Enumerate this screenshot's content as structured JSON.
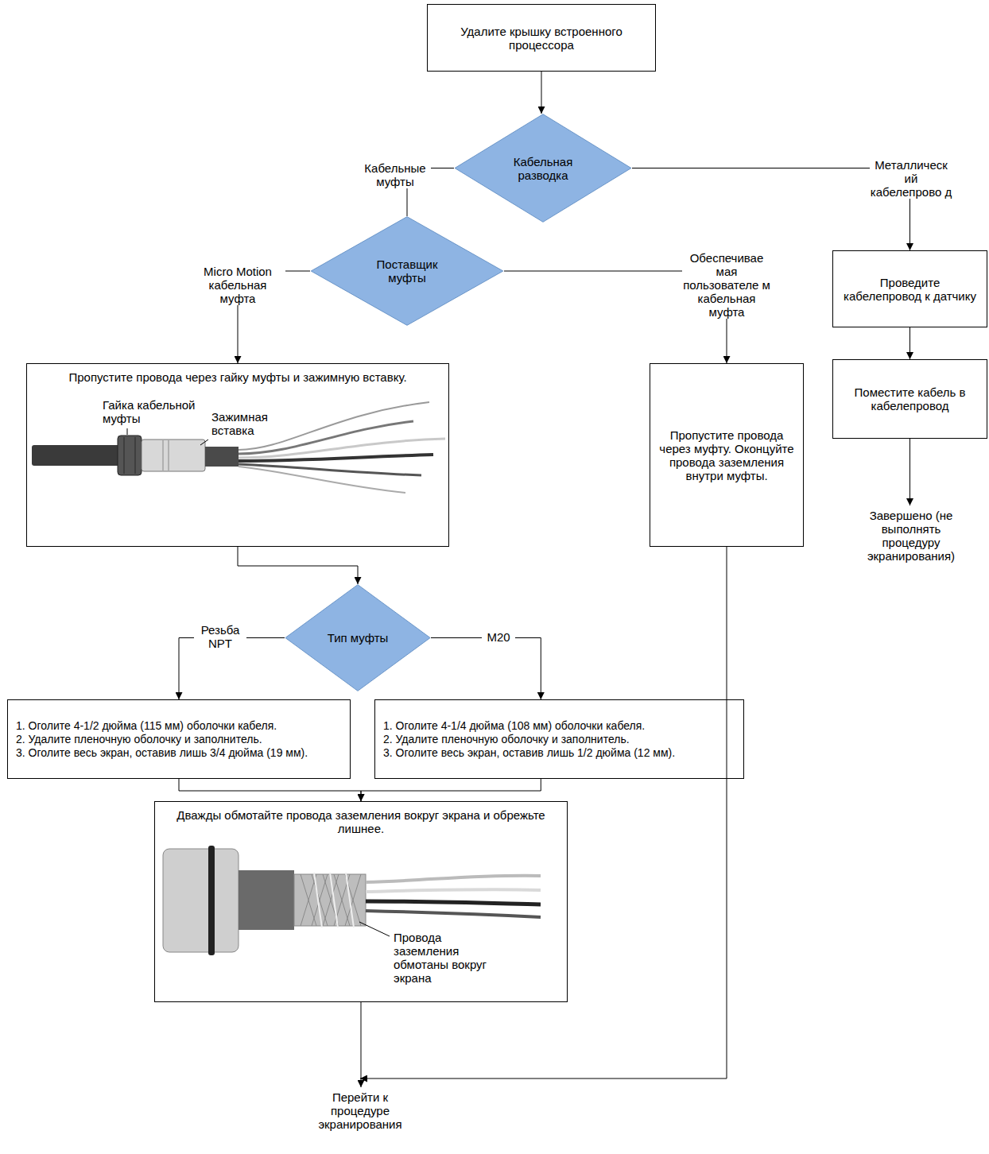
{
  "diagram": {
    "nodes": [
      {
        "text": [
          "Удалите крышку встроенного процессора"
        ]
      },
      {
        "text": [
          "Кабельная разводка"
        ]
      },
      {
        "text": [
          "Поставщик муфты"
        ]
      },
      {
        "text": [
          "Проведите кабелепровод к датчику"
        ]
      },
      {
        "text": [
          "Пропустите провода через гайку муфты и зажимную вставку.",
          "Гайка кабельной муфты",
          "Зажимная вставка"
        ]
      },
      {
        "text": [
          "Пропустите провода через муфту. Оконцуйте провода заземления внутри муфты."
        ]
      },
      {
        "text": [
          "Поместите кабель в кабелепровод"
        ]
      },
      {
        "text": [
          "Завершено (не выполнять процедуру экранирования)"
        ]
      },
      {
        "text": [
          "Тип муфты"
        ]
      },
      {
        "text": [
          "1. Оголите 4-1/2 дюйма (115 мм) оболочки кабеля.",
          "2. Удалите пленочную оболочку и заполнитель.",
          "3. Оголите весь экран, оставив лишь 3/4 дюйма (19 мм)."
        ]
      },
      {
        "text": [
          "1. Оголите 4-1/4 дюйма (108 мм) оболочки кабеля.",
          "2. Удалите пленочную оболочку и заполнитель.",
          "3. Оголите весь экран, оставив лишь 1/2 дюйма (12 мм)."
        ]
      },
      {
        "text": [
          "Дважды обмотайте провода заземления вокруг экрана и обрежьте лишнее.",
          "Провода заземления обмотаны вокруг экрана"
        ]
      },
      {
        "text": [
          "Перейти к процедуре экранирования"
        ]
      }
    ],
    "edges": [
      {
        "from": 0,
        "to": 1,
        "arrow": "to"
      },
      {
        "from": 1,
        "to": 2,
        "label": "Кабельные муфты",
        "arrow": "none"
      },
      {
        "from": 1,
        "to": 3,
        "label": "Металлическ ий кабелепрово д",
        "arrow": "to"
      },
      {
        "from": 2,
        "to": 4,
        "label": "Micro Motion кабельная муфта",
        "arrow": "to"
      },
      {
        "from": 2,
        "to": 5,
        "label": "Обеспечивае мая пользователе м кабельная муфта",
        "arrow": "to"
      },
      {
        "from": 3,
        "to": 6,
        "arrow": "to"
      },
      {
        "from": 6,
        "to": 7,
        "arrow": "to"
      },
      {
        "from": 4,
        "to": 8,
        "arrow": "to"
      },
      {
        "from": 8,
        "to": 9,
        "label": "Резьба NPT",
        "arrow": "to"
      },
      {
        "from": 8,
        "to": 10,
        "label": "M20",
        "arrow": "to"
      },
      {
        "from": 9,
        "to": 11,
        "arrow": "to"
      },
      {
        "from": 10,
        "to": 11,
        "arrow": "to"
      },
      {
        "from": 11,
        "to": 12,
        "arrow": "to"
      },
      {
        "from": 5,
        "to": 12,
        "arrow": "to"
      }
    ]
  }
}
